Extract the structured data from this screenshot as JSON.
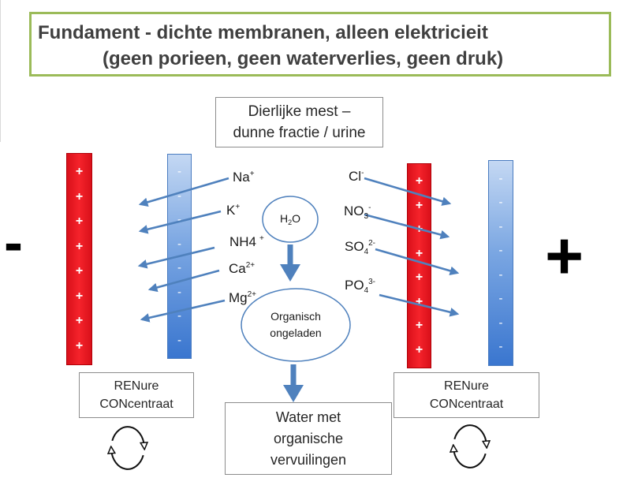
{
  "title": {
    "line1": "Fundament - dichte membranen, alleen elektricieit",
    "line2": "(geen porieen, geen waterverlies, geen druk)"
  },
  "feed": {
    "line1": "Dierlijke mest –",
    "line2": "dunne fractie / urine"
  },
  "electrodes": {
    "left": "-",
    "right": "+"
  },
  "membranes": {
    "cation_symbol": "+",
    "anion_symbol": "-"
  },
  "cations": [
    {
      "base": "Na",
      "sup": "+"
    },
    {
      "base": "K",
      "sup": "+"
    },
    {
      "base": "NH4",
      "sup": "+"
    },
    {
      "base": "Ca",
      "sup": "2+"
    },
    {
      "base": "Mg",
      "sup": "2+"
    }
  ],
  "anions": [
    {
      "base": "Cl",
      "sup": "-"
    },
    {
      "base": "NO",
      "sub": "3",
      "sup": "-"
    },
    {
      "base": "SO",
      "sub": "4",
      "sup": "2-"
    },
    {
      "base": "PO",
      "sub": "4",
      "sup": "3-"
    }
  ],
  "water": {
    "h": "H",
    "sub": "2",
    "o": "O"
  },
  "organic": {
    "line1": "Organisch",
    "line2": "ongeladen"
  },
  "concentrate_left": {
    "line1": "RENure",
    "line2": "CONcentraat"
  },
  "concentrate_right": {
    "line1": "RENure",
    "line2": "CONcentraat"
  },
  "output": {
    "line1": "Water met",
    "line2": "organische",
    "line3": "vervuilingen"
  },
  "colors": {
    "title_border": "#9bbb59",
    "arrow": "#4f81bd",
    "cation_membrane": "#e8141c",
    "anion_membrane": "#3d7bd1",
    "text": "#404040"
  }
}
